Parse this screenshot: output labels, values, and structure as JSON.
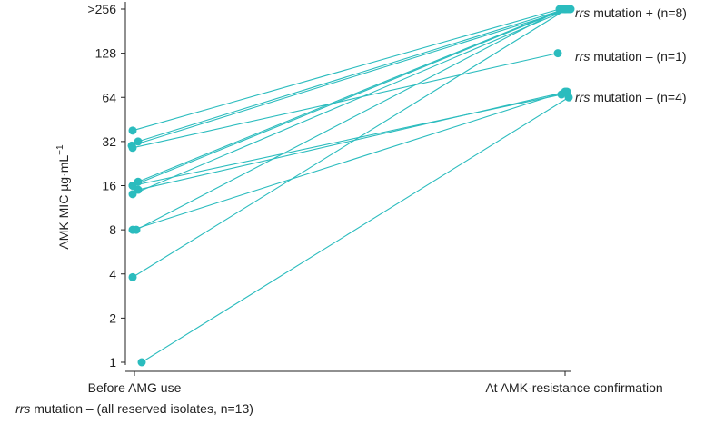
{
  "chart_data": {
    "type": "scatter",
    "ylabel": "AMK MIC µg·mL",
    "ylabel_sup": "−1",
    "y_scale": "log2",
    "y_ticks": [
      1,
      2,
      4,
      8,
      16,
      32,
      64,
      128,
      256
    ],
    "y_tick_labels": [
      "1",
      "2",
      "4",
      "8",
      "16",
      "32",
      "64",
      "128",
      ">256"
    ],
    "ylim": [
      0.9,
      280
    ],
    "categories": [
      "Before AMG use",
      "At AMK-resistance confirmation"
    ],
    "category_sublabel": "rrs mutation – (all reserved isolates, n=13)",
    "category_sublabel_italic": "rrs",
    "category_sublabel_rest": " mutation – (all reserved isolates, n=13)",
    "color": "#2bbcbe",
    "pairs": [
      {
        "before": 38,
        "after": 256
      },
      {
        "before": 32,
        "after": 256
      },
      {
        "before": 30,
        "after": 256
      },
      {
        "before": 16,
        "after": 256
      },
      {
        "before": 17,
        "after": 256
      },
      {
        "before": 14,
        "after": 256
      },
      {
        "before": 3.8,
        "after": 256
      },
      {
        "before": 8,
        "after": 256
      },
      {
        "before": 29,
        "after": 128
      },
      {
        "before": 15,
        "after": 70
      },
      {
        "before": 16,
        "after": 67
      },
      {
        "before": 8,
        "after": 70
      },
      {
        "before": 1,
        "after": 64
      }
    ],
    "annotations": [
      {
        "italic": "rrs",
        "text": " mutation + (n=8)",
        "y": 256
      },
      {
        "italic": "rrs",
        "text": " mutation – (n=1)",
        "y": 128
      },
      {
        "italic": "rrs",
        "text": " mutation – (n=4)",
        "y": 70
      }
    ]
  }
}
